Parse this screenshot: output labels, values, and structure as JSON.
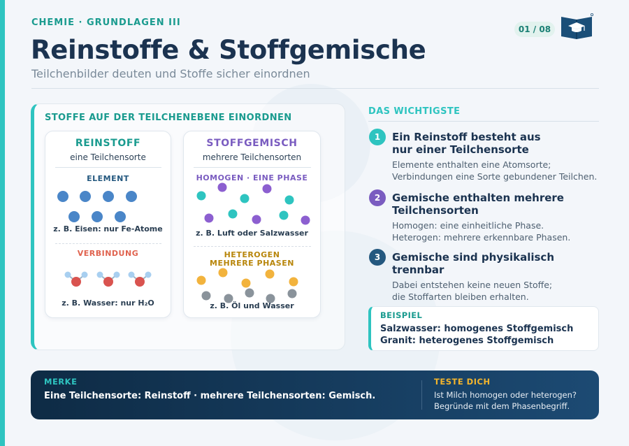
{
  "header": {
    "kicker": "CHEMIE · GRUNDLAGEN III",
    "title": "Reinstoffe & Stoffgemische",
    "subtitle": "Teilchenbilder deuten und Stoffe sicher einordnen",
    "page_indicator": "01 / 08",
    "logo_icon": "book-graduation-cap-icon"
  },
  "left_panel": {
    "heading": "STOFFE AUF DER TEILCHENEBENE EINORDNEN",
    "reinstoff": {
      "title": "REINSTOFF",
      "subtitle": "eine Teilchensorte",
      "element_label": "ELEMENT",
      "element_example": "z. B. Eisen: nur Fe-Atome",
      "verbindung_label": "VERBINDUNG",
      "verbindung_example": "z. B. Wasser: nur H₂O"
    },
    "gemisch": {
      "title": "STOFFGEMISCH",
      "subtitle": "mehrere Teilchensorten",
      "homogen_label": "HOMOGEN · EINE PHASE",
      "homogen_example": "z. B. Luft oder Salzwasser",
      "heterogen_label_1": "HETEROGEN",
      "heterogen_label_2": "MEHRERE PHASEN",
      "heterogen_example": "z. B. Öl und Wasser"
    }
  },
  "right_panel": {
    "heading": "DAS WICHTIGSTE",
    "points": [
      {
        "num": "1",
        "title_1": "Ein Reinstoff besteht aus",
        "title_2": "nur einer Teilchensorte",
        "body_1": "Elemente enthalten eine Atomsorte;",
        "body_2": "Verbindungen eine Sorte gebundener Teilchen."
      },
      {
        "num": "2",
        "title_1": "Gemische enthalten mehrere",
        "title_2": "Teilchensorten",
        "body_1": "Homogen: eine einheitliche Phase.",
        "body_2": "Heterogen: mehrere erkennbare Phasen."
      },
      {
        "num": "3",
        "title_1": "Gemische sind physikalisch",
        "title_2": "trennbar",
        "body_1": "Dabei entstehen keine neuen Stoffe;",
        "body_2": "die Stoffarten bleiben erhalten."
      }
    ],
    "example": {
      "label": "BEISPIEL",
      "line_1": "Salzwasser: homogenes Stoffgemisch",
      "line_2": "Granit: heterogenes Stoffgemisch"
    }
  },
  "footer": {
    "merke_label": "MERKE",
    "merke_text": "Eine Teilchensorte: Reinstoff · mehrere Teilchensorten: Gemisch.",
    "teste_label": "TESTE DICH",
    "teste_line_1": "Ist Milch homogen oder heterogen?",
    "teste_line_2": "Begründe mit dem Phasenbegriff."
  },
  "colors": {
    "teal": "#2ec4c0",
    "teal_dark": "#1a9b8f",
    "navy": "#1b3350",
    "purple": "#7a5cc0",
    "coral": "#e0634f",
    "gold": "#b8860b",
    "iron_blue": "#4a86c8",
    "oxygen_red": "#d9534f",
    "hydrogen_blue": "#a8cff0",
    "particle_purple": "#8c5fd0",
    "particle_teal": "#2ec4c0",
    "particle_yellow": "#f2b33d",
    "particle_gray": "#8a939b",
    "point_1": "#2ec4c0",
    "point_2": "#7a5cc0",
    "point_3": "#24587f"
  }
}
